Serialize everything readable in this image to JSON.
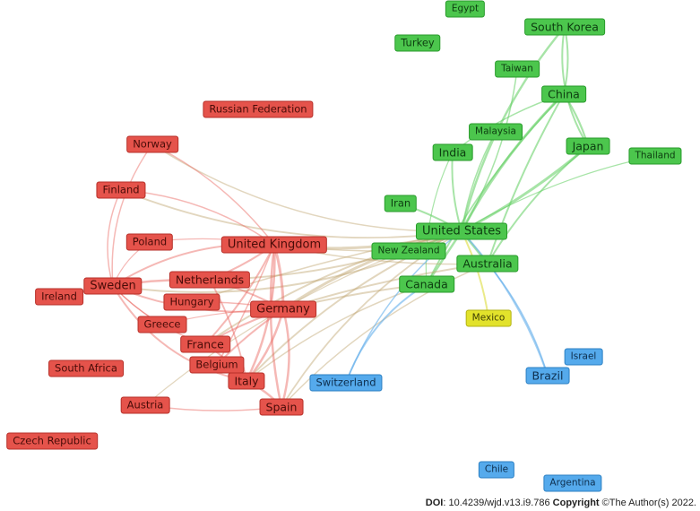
{
  "clusters": {
    "red": "#e5534b",
    "green": "#4cc64d",
    "blue": "#55aaec",
    "yellow": "#e2e22b"
  },
  "countries": {
    "egypt": "Egypt",
    "south_korea": "South Korea",
    "turkey": "Turkey",
    "taiwan": "Taiwan",
    "china": "China",
    "malaysia": "Malaysia",
    "japan": "Japan",
    "thailand": "Thailand",
    "india": "India",
    "iran": "Iran",
    "united_states": "United States",
    "new_zealand": "New Zealand",
    "australia": "Australia",
    "canada": "Canada",
    "mexico": "Mexico",
    "israel": "Israel",
    "brazil": "Brazil",
    "switzerland": "Switzerland",
    "chile": "Chile",
    "argentina": "Argentina",
    "russian_federation": "Russian Federation",
    "norway": "Norway",
    "finland": "Finland",
    "poland": "Poland",
    "united_kingdom": "United Kingdom",
    "netherlands": "Netherlands",
    "ireland": "Ireland",
    "sweden": "Sweden",
    "hungary": "Hungary",
    "germany": "Germany",
    "greece": "Greece",
    "france": "France",
    "belgium": "Belgium",
    "south_africa": "South Africa",
    "italy": "Italy",
    "austria": "Austria",
    "spain": "Spain",
    "czech_republic": "Czech Republic"
  },
  "footer": {
    "doi_label": "DOI",
    "doi_value": ": 10.4239/wjd.v13.i9.786 ",
    "copyright_label": "Copyright",
    "copyright_value": " ©The Author(s) 2022."
  }
}
